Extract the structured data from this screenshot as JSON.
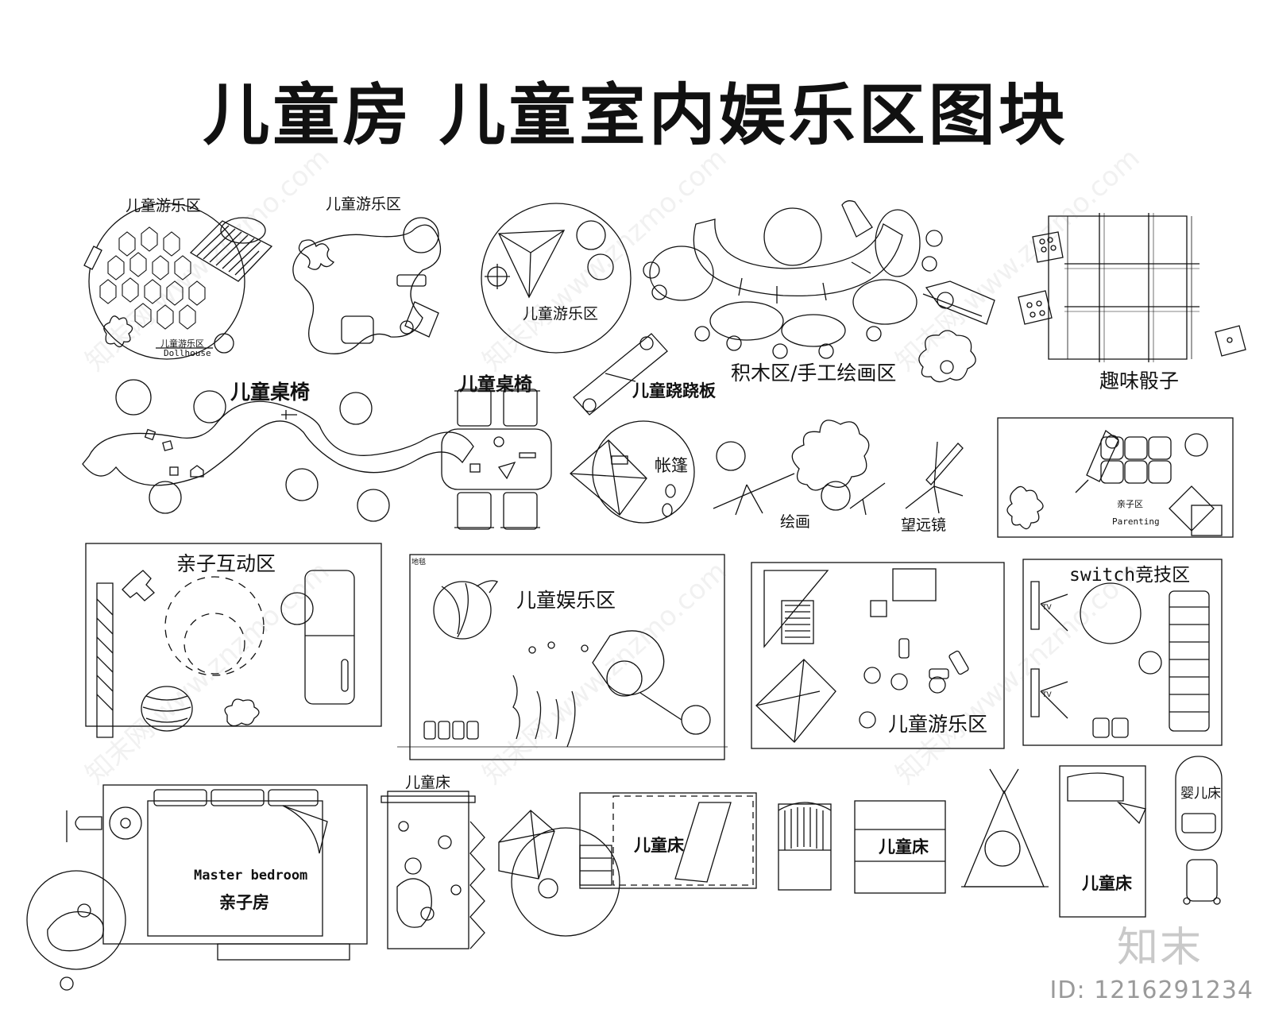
{
  "title": "儿童房 儿童室内娱乐区图块",
  "labels": {
    "play_area_1": "儿童游乐区",
    "play_area_2": "儿童游乐区",
    "play_area_3": "儿童游乐区",
    "dollhouse_cn": "儿童游乐区",
    "dollhouse_en": "Dollhouse",
    "blocks_craft": "积木区/手工绘画区",
    "fun_dice": "趣味骰子",
    "desk_chair_1": "儿童桌椅",
    "desk_chair_2": "儿童桌椅",
    "seesaw": "儿童跷跷板",
    "tent": "帐篷",
    "painting": "绘画",
    "telescope": "望远镜",
    "parenting_cn": "亲子区",
    "parenting_en": "Parenting",
    "interaction": "亲子互动区",
    "carpet": "地毯",
    "entertainment": "儿童娱乐区",
    "play_area_4": "儿童游乐区",
    "switch": "switch竞技区",
    "kids_bed_top": "儿童床",
    "master_en": "Master bedroom",
    "master_cn": "亲子房",
    "kids_bed_2": "儿童床",
    "kids_bed_3": "儿童床",
    "kids_bed_4": "儿童床",
    "baby_bed": "婴儿床",
    "tv_1": "TV",
    "tv_2": "TV"
  },
  "footer": {
    "brand": "知末",
    "id": "ID: 1216291234",
    "watermark": "知末网 www.znzmo.com"
  }
}
